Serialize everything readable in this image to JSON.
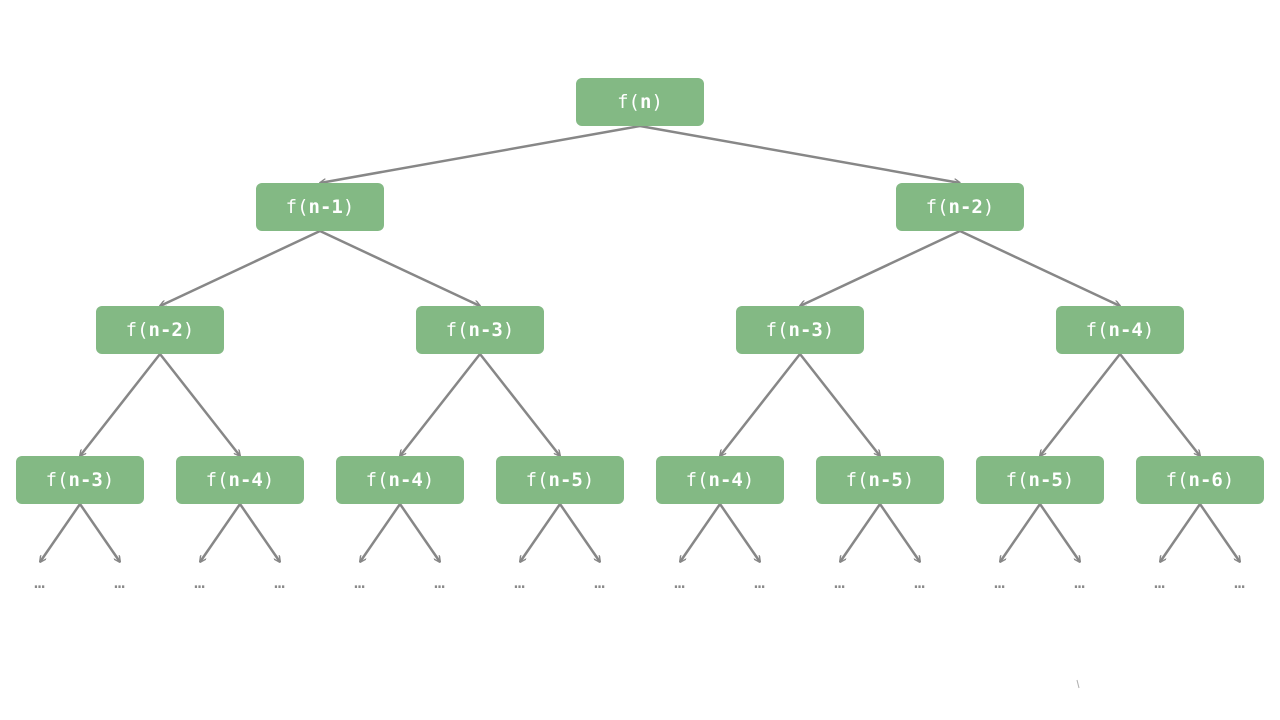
{
  "tree": {
    "node_color": "#83b984",
    "edge_color": "#878787",
    "text_color": "#ffffff",
    "levels": [
      [
        {
          "fn": "f(",
          "arg": "n",
          "close": ")"
        }
      ],
      [
        {
          "fn": "f(",
          "arg": "n-1",
          "close": ")"
        },
        {
          "fn": "f(",
          "arg": "n-2",
          "close": ")"
        }
      ],
      [
        {
          "fn": "f(",
          "arg": "n-2",
          "close": ")"
        },
        {
          "fn": "f(",
          "arg": "n-3",
          "close": ")"
        },
        {
          "fn": "f(",
          "arg": "n-3",
          "close": ")"
        },
        {
          "fn": "f(",
          "arg": "n-4",
          "close": ")"
        }
      ],
      [
        {
          "fn": "f(",
          "arg": "n-3",
          "close": ")"
        },
        {
          "fn": "f(",
          "arg": "n-4",
          "close": ")"
        },
        {
          "fn": "f(",
          "arg": "n-4",
          "close": ")"
        },
        {
          "fn": "f(",
          "arg": "n-5",
          "close": ")"
        },
        {
          "fn": "f(",
          "arg": "n-4",
          "close": ")"
        },
        {
          "fn": "f(",
          "arg": "n-5",
          "close": ")"
        },
        {
          "fn": "f(",
          "arg": "n-5",
          "close": ")"
        },
        {
          "fn": "f(",
          "arg": "n-6",
          "close": ")"
        }
      ]
    ],
    "ellipsis": "…",
    "ellipsis_count": 16
  }
}
